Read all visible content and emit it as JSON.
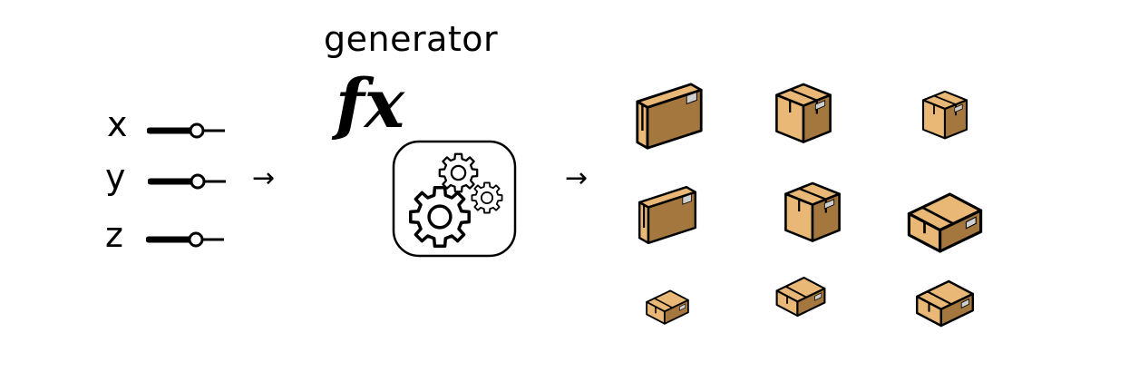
{
  "parameters": [
    {
      "label": "x"
    },
    {
      "label": "y"
    },
    {
      "label": "z"
    }
  ],
  "generator": {
    "title": "generator",
    "fx_label": "fx",
    "icon": "gears-icon"
  },
  "arrows": [
    "→",
    "→"
  ],
  "outputs": {
    "icon": "cardboard-box-icon",
    "count": 9
  },
  "colors": {
    "stroke": "#000000",
    "box_light": "#E9B876",
    "box_dark": "#A4773F",
    "label": "#CFCFCF"
  }
}
